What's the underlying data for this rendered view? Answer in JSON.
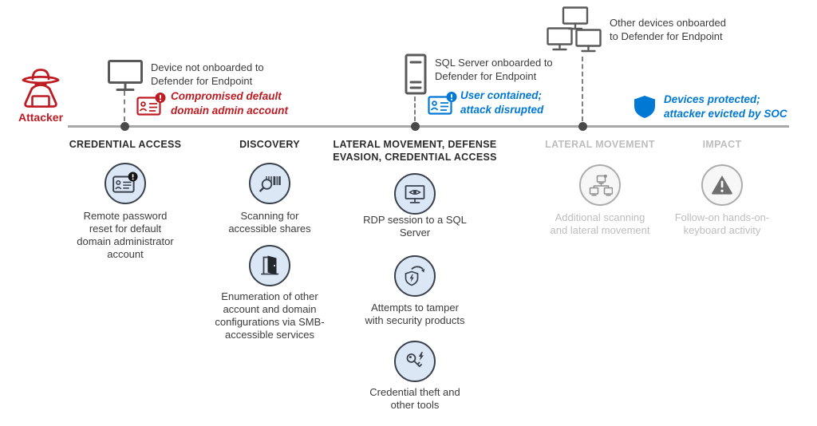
{
  "colors": {
    "red": "#BE1B22",
    "blue": "#0078D4",
    "dark_text": "#3C3C3C",
    "inactive_gray": "#BDBDBD",
    "icon_fill": "#DBE7F4",
    "icon_stroke": "#39414D",
    "timeline": "#A8A8A8"
  },
  "attacker": {
    "label": "Attacker",
    "icon": "attacker-spy-icon"
  },
  "annotations": [
    {
      "device_icon": "monitor-icon",
      "device_text": "Device not onboarded to\nDefender for Endpoint",
      "event_icon": "id-badge-alert-icon",
      "event_text": "Compromised default\ndomain admin account",
      "event_color": "#BE1B22"
    },
    {
      "device_icon": "server-icon",
      "device_text": "SQL Server onboarded to\nDefender for Endpoint",
      "event_icon": "id-badge-alert-icon",
      "event_text": "User contained;\nattack disrupted",
      "event_color": "#0078D4"
    },
    {
      "device_icon": "devices-cluster-icon",
      "device_text": "Other devices onboarded\nto Defender for Endpoint",
      "event_icon": "shield-icon",
      "event_text": "Devices protected;\nattacker evicted by SOC",
      "event_color": "#0078D4"
    }
  ],
  "stages": [
    {
      "title": "CREDENTIAL ACCESS",
      "active": true,
      "items": [
        {
          "icon": "id-card-alert-icon",
          "text": "Remote password\nreset for default\ndomain administrator\naccount"
        }
      ]
    },
    {
      "title": "DISCOVERY",
      "active": true,
      "items": [
        {
          "icon": "scan-shares-icon",
          "text": "Scanning for\naccessible shares"
        },
        {
          "icon": "open-door-icon",
          "text": "Enumeration of other\naccount and domain\nconfigurations via SMB-\naccessible services"
        }
      ]
    },
    {
      "title": "LATERAL MOVEMENT, DEFENSE\nEVASION, CREDENTIAL ACCESS",
      "active": true,
      "items": [
        {
          "icon": "monitor-eye-icon",
          "text": "RDP session to a SQL\nServer"
        },
        {
          "icon": "tamper-shield-icon",
          "text": "Attempts to tamper\nwith security products"
        },
        {
          "icon": "key-bolt-icon",
          "text": "Credential theft and\nother tools"
        }
      ]
    },
    {
      "title": "LATERAL MOVEMENT",
      "active": false,
      "items": [
        {
          "icon": "network-devices-icon",
          "text": "Additional scanning\nand lateral movement"
        }
      ]
    },
    {
      "title": "IMPACT",
      "active": false,
      "items": [
        {
          "icon": "warning-triangle-icon",
          "text": "Follow-on hands-on-\nkeyboard activity"
        }
      ]
    }
  ]
}
